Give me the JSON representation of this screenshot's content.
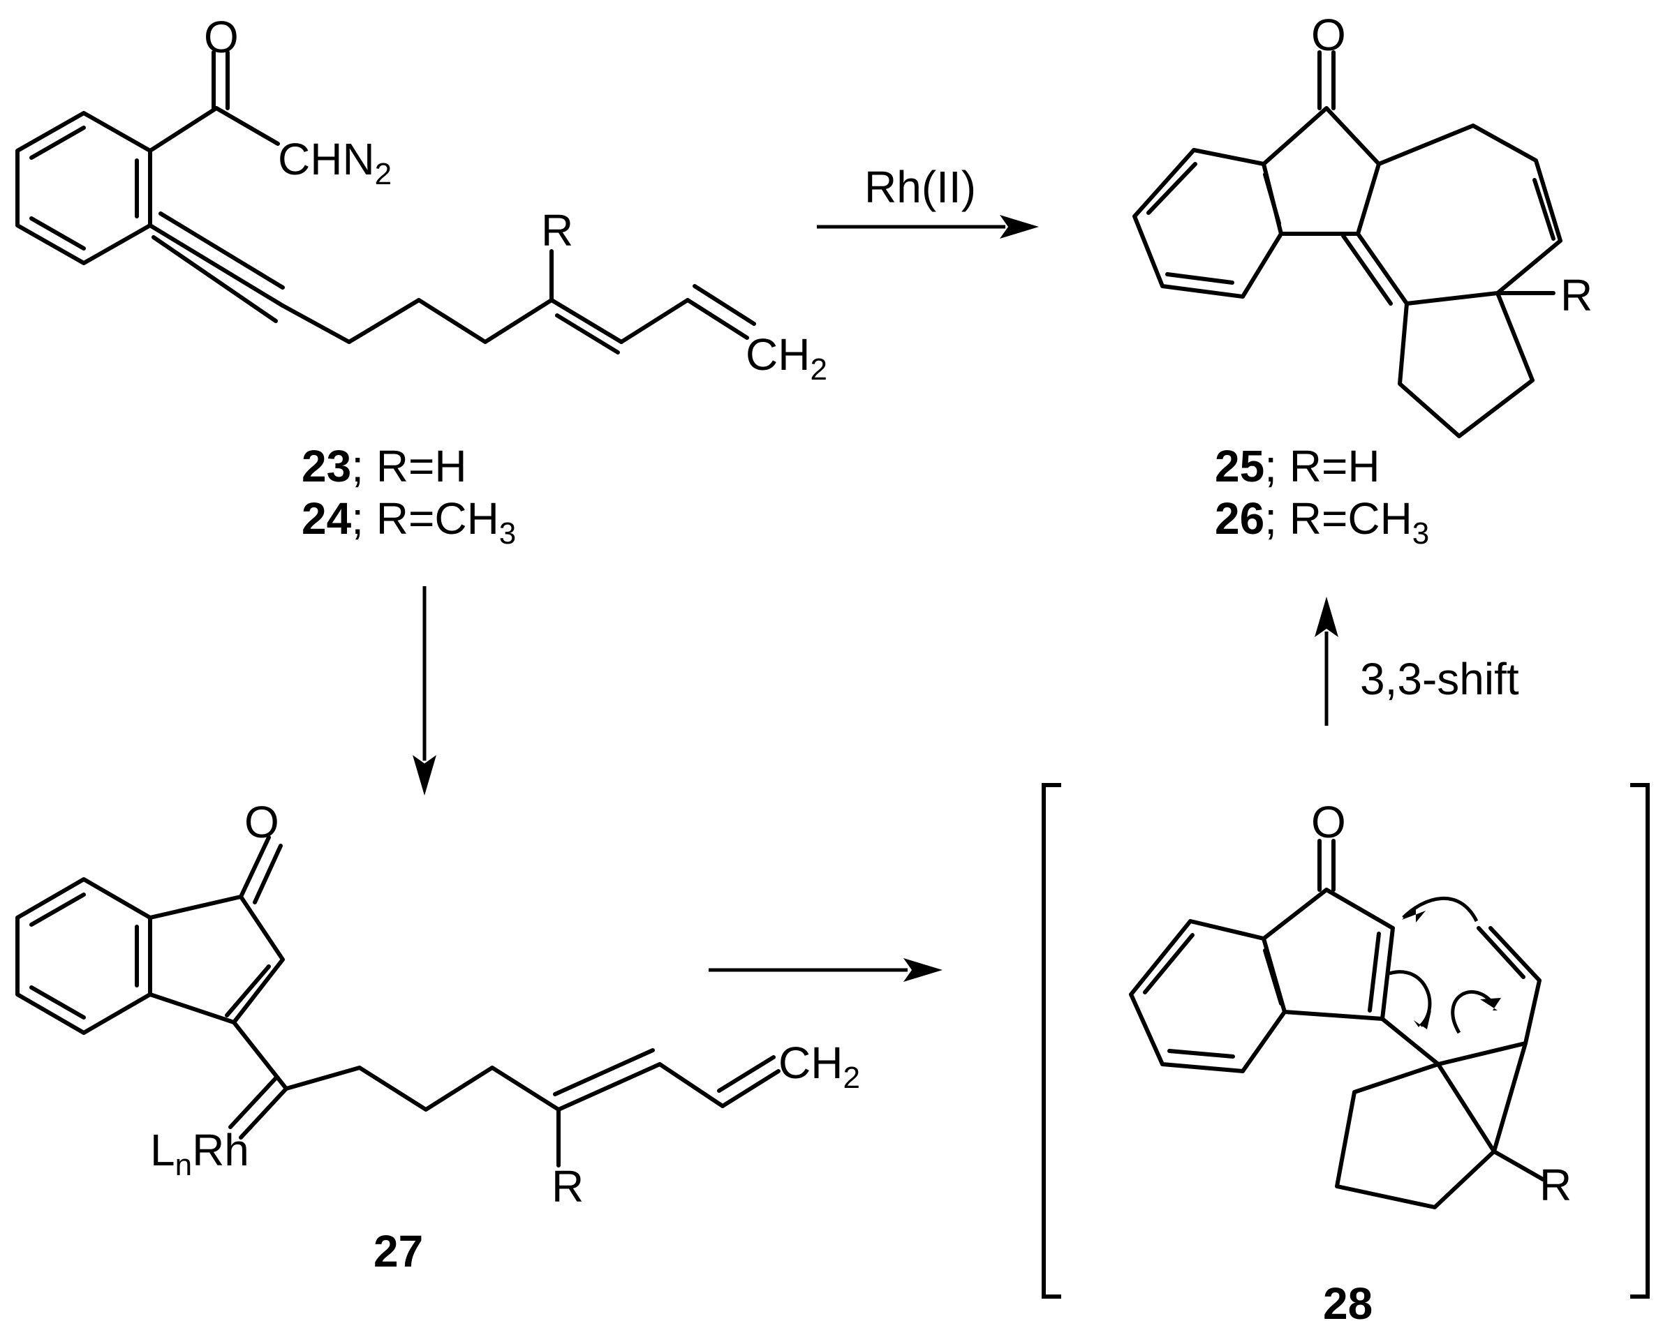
{
  "compound_23_24": {
    "atom_o": "O",
    "atom_chn2": "CHN",
    "sub_2": "2",
    "atom_r": "R",
    "atom_ch2": "CH",
    "sub_ch2": "2",
    "caption1_num": "23",
    "caption1_text": "; R=H",
    "caption2_num": "24",
    "caption2_text": "; R=CH",
    "caption2_sub": "3"
  },
  "compound_25_26": {
    "atom_o": "O",
    "atom_r": "R",
    "caption1_num": "25",
    "caption1_text": "; R=H",
    "caption2_num": "26",
    "caption2_text": "; R=CH",
    "caption2_sub": "3"
  },
  "compound_27": {
    "atom_o": "O",
    "atom_ln": "L",
    "sub_n": "n",
    "atom_rh": "Rh",
    "atom_ch2": "CH",
    "sub_ch2": "2",
    "atom_r": "R",
    "caption_num": "27"
  },
  "compound_28": {
    "atom_o": "O",
    "atom_r": "R",
    "caption_num": "28"
  },
  "reactions": {
    "top_reagent": "Rh(II)",
    "right_label": "3,3-shift"
  }
}
